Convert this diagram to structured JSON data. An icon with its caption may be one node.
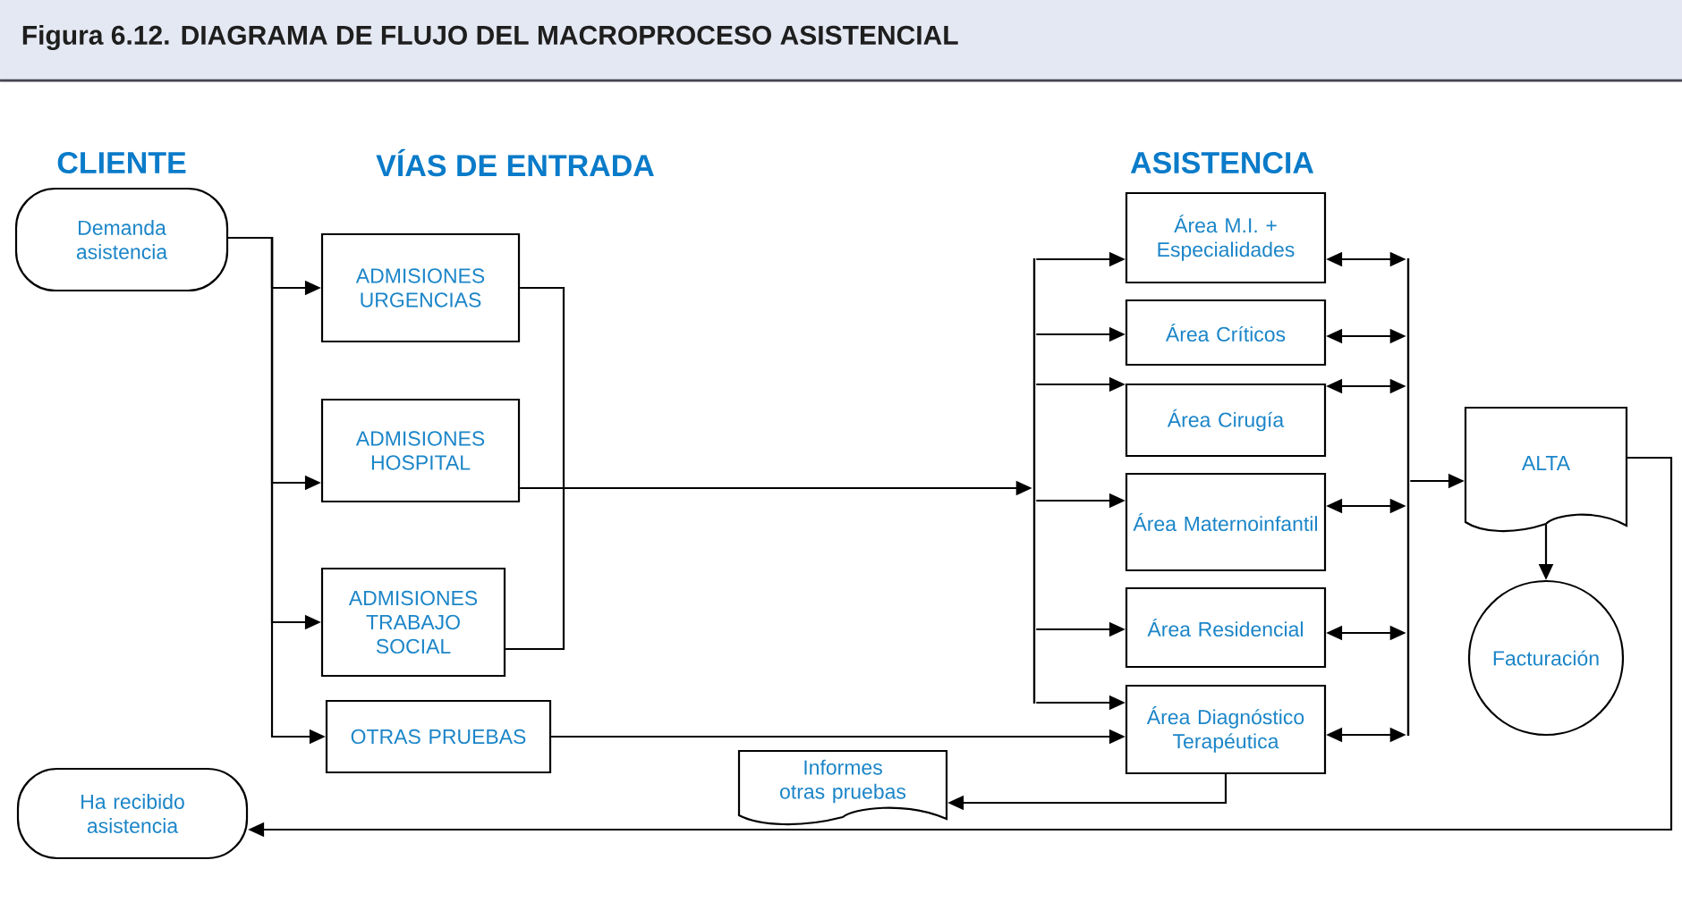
{
  "diagram": {
    "title": "Figura 6.12. DIAGRAMA DE FLUJO DEL MACROPROCESO ASISTENCIAL",
    "nodes": [
      {
        "text": [
          "Demanda asistencia"
        ]
      },
      {
        "text": [
          "ADMISIONES URGENCIAS"
        ]
      },
      {
        "text": [
          "ADMISIONES HOSPITAL"
        ]
      },
      {
        "text": [
          "ADMISIONES TRABAJO SOCIAL"
        ]
      },
      {
        "text": [
          "OTRAS PRUEBAS"
        ]
      },
      {
        "text": [
          "Ha recibido asistencia"
        ]
      },
      {
        "text": [
          "Área M.I. + Especialidades"
        ]
      },
      {
        "text": [
          "Área Críticos"
        ]
      },
      {
        "text": [
          "Área Cirugía"
        ]
      },
      {
        "text": [
          "Área Maternoinfantil"
        ]
      },
      {
        "text": [
          "Área Residencial"
        ]
      },
      {
        "text": [
          "Área Diagnóstico Terapéutica"
        ]
      },
      {
        "text": [
          "Informes otras pruebas"
        ]
      },
      {
        "text": [
          "ALTA"
        ]
      },
      {
        "text": [
          "Facturación"
        ]
      },
      {
        "text": [],
        "shape": "bar"
      },
      {
        "text": [],
        "shape": "bar"
      }
    ],
    "edges": [
      {
        "from": 0,
        "to": 1,
        "arrow": "to"
      },
      {
        "from": 0,
        "to": 2,
        "arrow": "to"
      },
      {
        "from": 0,
        "to": 3,
        "arrow": "to"
      },
      {
        "from": 0,
        "to": 4,
        "arrow": "to"
      },
      {
        "from": 1,
        "to": 15,
        "arrow": "to"
      },
      {
        "from": 2,
        "to": 15,
        "arrow": "to"
      },
      {
        "from": 3,
        "to": 15,
        "arrow": "to"
      },
      {
        "from": 15,
        "to": 6,
        "arrow": "to"
      },
      {
        "from": 15,
        "to": 7,
        "arrow": "to"
      },
      {
        "from": 15,
        "to": 8,
        "arrow": "to"
      },
      {
        "from": 15,
        "to": 9,
        "arrow": "to"
      },
      {
        "from": 15,
        "to": 10,
        "arrow": "to"
      },
      {
        "from": 15,
        "to": 11,
        "arrow": "to"
      },
      {
        "from": 4,
        "to": 11,
        "arrow": "to"
      },
      {
        "from": 11,
        "to": 12,
        "arrow": "to"
      },
      {
        "from": 6,
        "to": 16,
        "arrow": "both"
      },
      {
        "from": 7,
        "to": 16,
        "arrow": "both"
      },
      {
        "from": 8,
        "to": 16,
        "arrow": "both"
      },
      {
        "from": 9,
        "to": 16,
        "arrow": "both"
      },
      {
        "from": 10,
        "to": 16,
        "arrow": "both"
      },
      {
        "from": 11,
        "to": 16,
        "arrow": "both"
      },
      {
        "from": 16,
        "to": 13,
        "arrow": "to"
      },
      {
        "from": 13,
        "to": 14,
        "arrow": "to"
      },
      {
        "from": 13,
        "to": 5,
        "arrow": "to"
      }
    ],
    "labels": [
      "CLIENTE",
      "VÍAS DE ENTRADA",
      "ASISTENCIA"
    ]
  }
}
